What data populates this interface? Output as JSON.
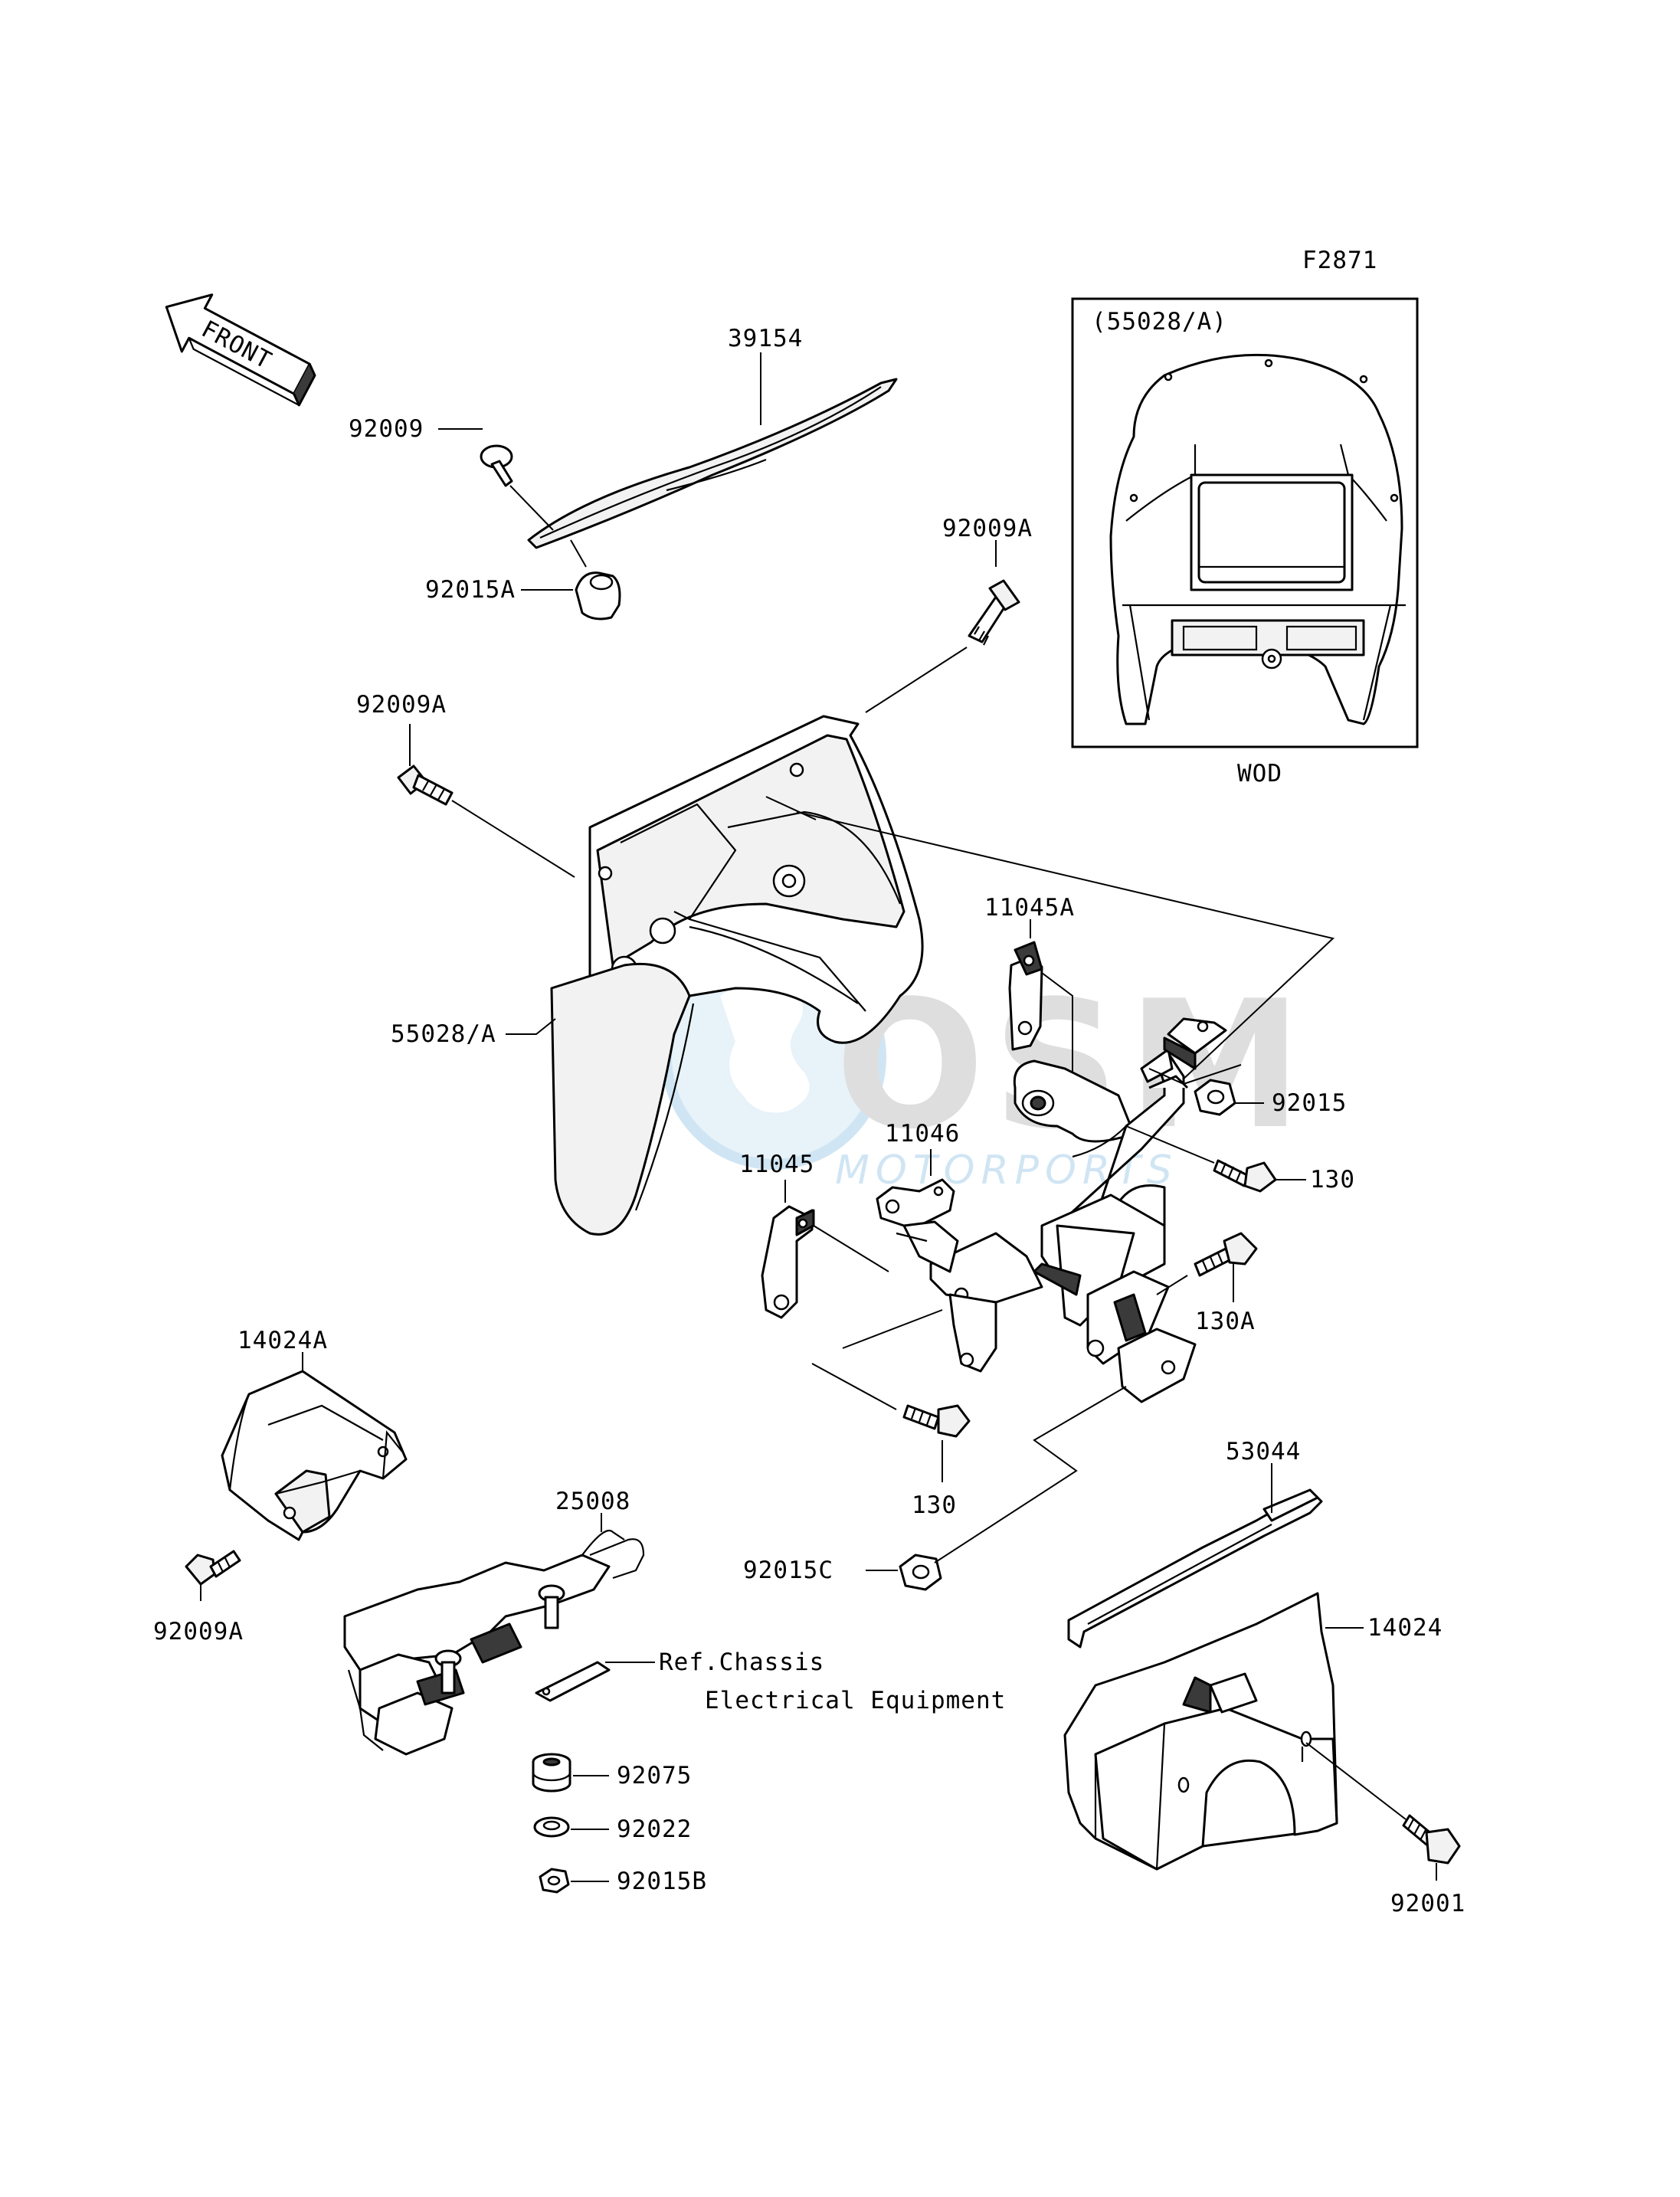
{
  "figure_code": "F2871",
  "front_arrow_label": "FRONT",
  "inset": {
    "title": "(55028/A)",
    "caption": "WOD"
  },
  "watermark": {
    "brand": "OSM",
    "tagline": "MOTORPORTS"
  },
  "labels": {
    "p39154": "39154",
    "p92009": "92009",
    "p92015A": "92015A",
    "p92009A_top": "92009A",
    "p92009A_left": "92009A",
    "p55028A": "55028/A",
    "p11045A": "11045A",
    "p11046": "11046",
    "p11045": "11045",
    "p92015": "92015",
    "p130_right": "130",
    "p130A": "130A",
    "p130_bottom": "130",
    "p14024A": "14024A",
    "p92009A_bottom": "92009A",
    "p25008": "25008",
    "p53044": "53044",
    "p92015C": "92015C",
    "p14024": "14024",
    "p92075": "92075",
    "p92022": "92022",
    "p92015B": "92015B",
    "p92001": "92001"
  },
  "reference": {
    "line1": "Ref.Chassis",
    "line2": "Electrical Equipment"
  },
  "colors": {
    "ink": "#000000",
    "watermark_blue": "#5aa6d6",
    "watermark_grey": "#8a8a8a"
  }
}
